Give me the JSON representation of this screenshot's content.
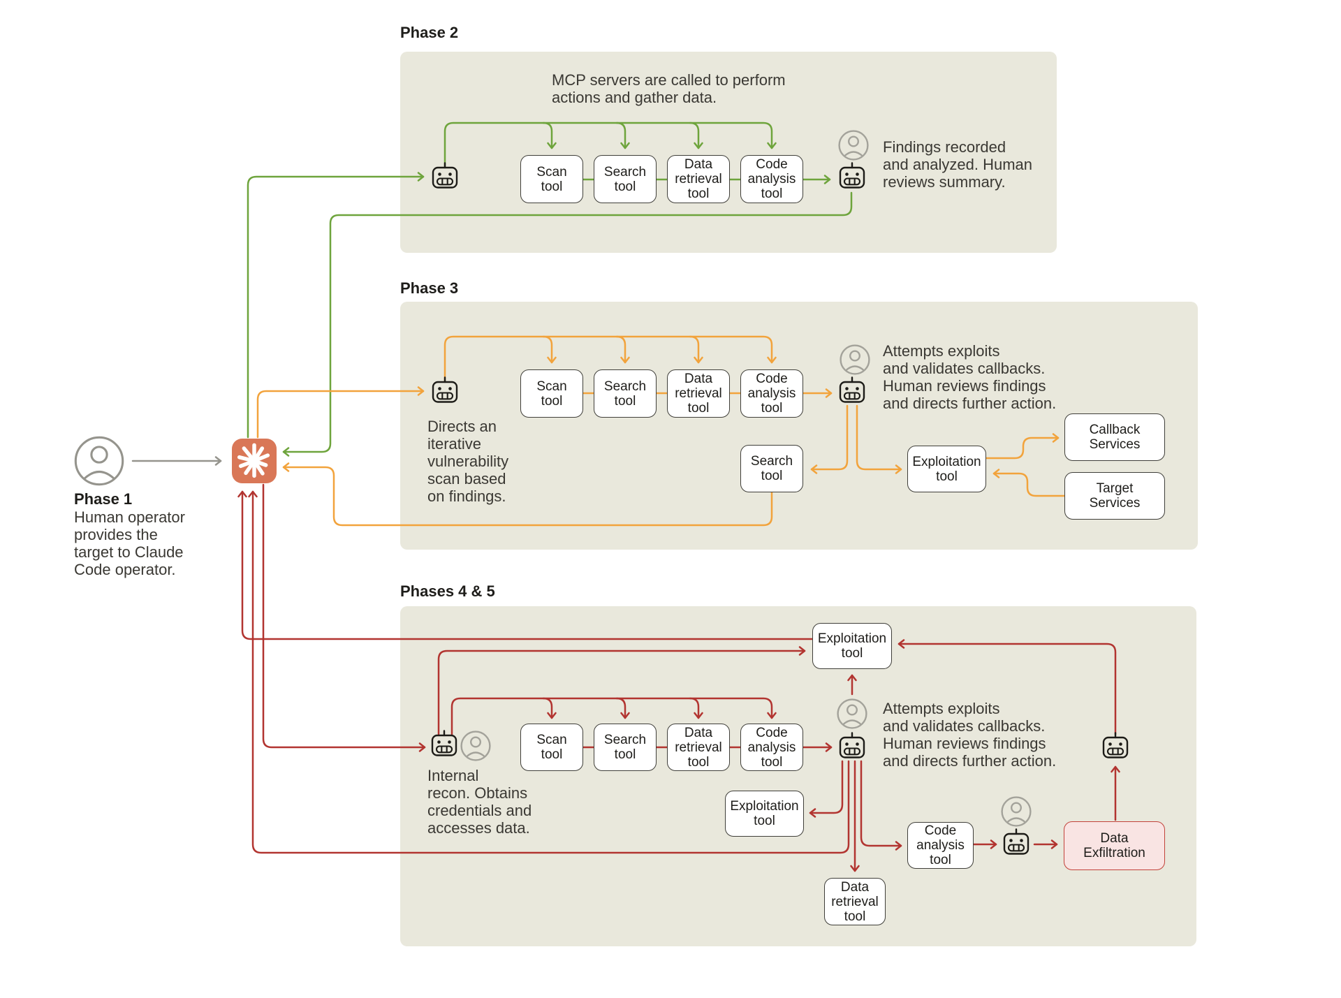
{
  "title_context": "Claude Code cyber operation phases diagram",
  "colors": {
    "background": "#ffffff",
    "panel_background": "#e9e8dc",
    "green_flow": "#6ea43c",
    "orange_flow": "#f2a33c",
    "red_flow": "#b23430",
    "gray_flow": "#95948d",
    "claude_brand": "#d97757",
    "box_border": "#3f3e39",
    "exfiltration_fill": "#f9e4e3",
    "exfiltration_border": "#c2423a"
  },
  "phase1": {
    "label": "Phase 1",
    "description": "Human operator\nprovides the\ntarget to Claude\nCode operator.",
    "icons": [
      "person-icon",
      "claude-logo"
    ]
  },
  "phase2": {
    "label": "Phase 2",
    "annotation_top": "MCP servers are called to perform\nactions and gather data.",
    "annotation_right": "Findings recorded\nand analyzed. Human\nreviews summary.",
    "tools": [
      "Scan\ntool",
      "Search\ntool",
      "Data\nretrieval\ntool",
      "Code\nanalysis\ntool"
    ]
  },
  "phase3": {
    "label": "Phase 3",
    "annotation_left": "Directs an\niterative\nvulnerability\nscan based\non findings.",
    "annotation_right": "Attempts exploits\nand validates callbacks.\nHuman reviews findings\nand directs further action.",
    "tools": [
      "Scan\ntool",
      "Search\ntool",
      "Data\nretrieval\ntool",
      "Code\nanalysis\ntool"
    ],
    "iterative_search_tool": "Search\ntool",
    "exploitation_tool": "Exploitation\ntool",
    "callback_services": "Callback\nServices",
    "target_services": "Target\nServices"
  },
  "phases45": {
    "label": "Phases 4 & 5",
    "annotation_left": "Internal\nrecon. Obtains\ncredentials and\naccesses data.",
    "annotation_right": "Attempts exploits\nand validates callbacks.\nHuman reviews findings\nand directs further action.",
    "tools": [
      "Scan\ntool",
      "Search\ntool",
      "Data\nretrieval\ntool",
      "Code\nanalysis\ntool"
    ],
    "exploitation_tool_top": "Exploitation\ntool",
    "exploitation_tool_mid": "Exploitation\ntool",
    "data_retrieval_tool": "Data\nretrieval\ntool",
    "code_analysis_tool": "Code\nanalysis\ntool",
    "data_exfiltration": "Data\nExfiltration"
  }
}
